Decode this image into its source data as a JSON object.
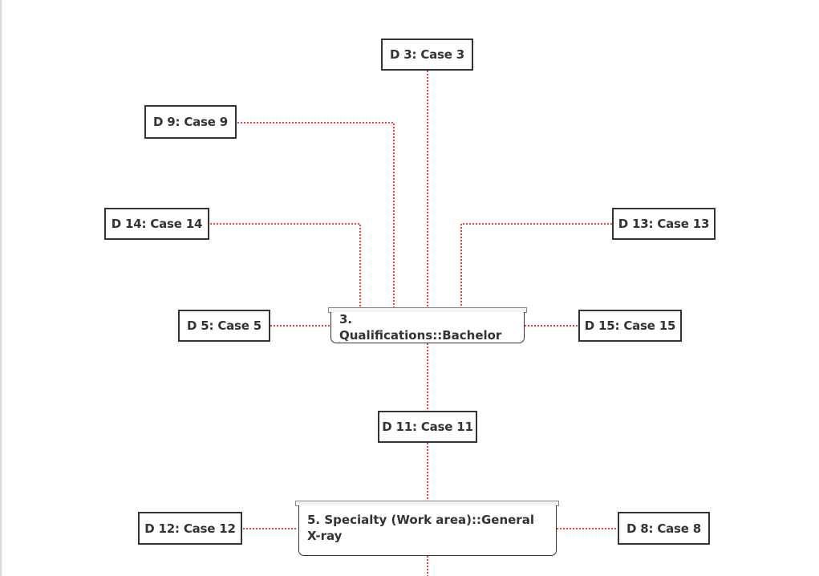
{
  "diagram": {
    "categories": [
      {
        "label": "3. Qualifications::Bachelor"
      },
      {
        "label": "5. Specialty (Work area)::General X-ray"
      }
    ],
    "documents": [
      {
        "label": "D 3: Case 3"
      },
      {
        "label": "D 9: Case 9"
      },
      {
        "label": "D 14: Case 14"
      },
      {
        "label": "D 13: Case 13"
      },
      {
        "label": "D 5: Case 5"
      },
      {
        "label": "D 15: Case 15"
      },
      {
        "label": "D 11: Case 11"
      },
      {
        "label": "D 12: Case 12"
      },
      {
        "label": "D 8: Case 8"
      }
    ],
    "link_color": "#ff3b3b"
  }
}
